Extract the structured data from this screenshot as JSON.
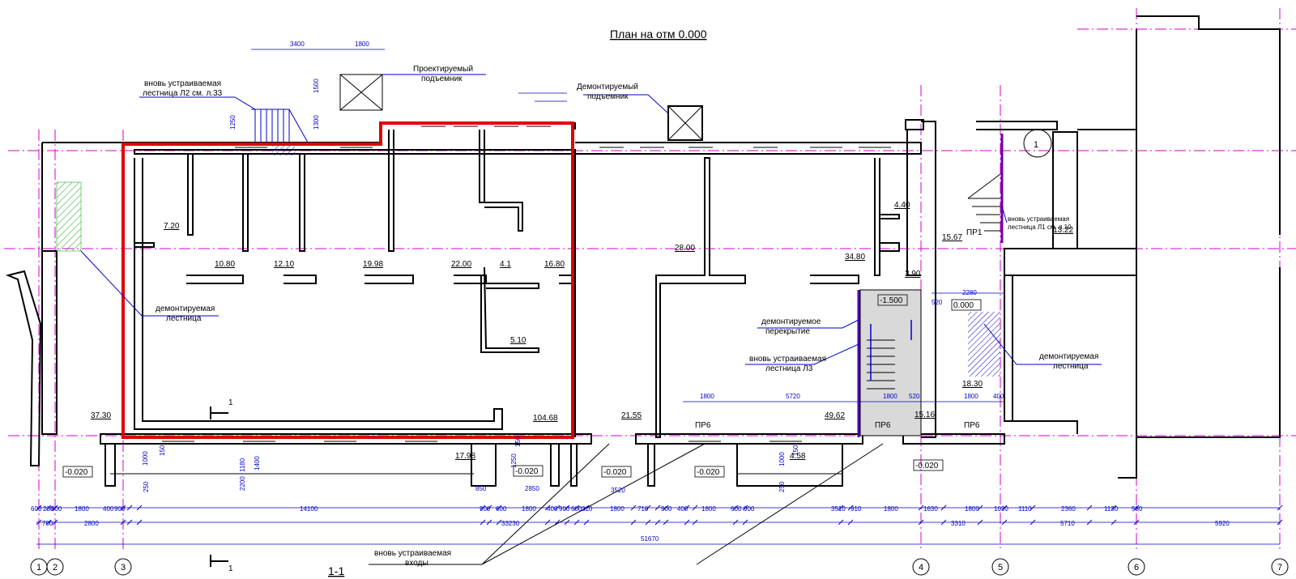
{
  "title": "План на отм 0.000",
  "section_label": "1-1",
  "section_mark": "1",
  "callout_number": "1",
  "annotations": {
    "new_stair_l2": [
      "вновь устраиваемая",
      "лестница Л2 см. л.33"
    ],
    "designed_lift": [
      "Проектируемый",
      "подъемник"
    ],
    "dismantled_lift": [
      "Демонтируемый",
      "подъемник"
    ],
    "dismantled_stair_left": [
      "демонтируемая",
      "лестница"
    ],
    "dismantled_floor": [
      "демонтируемое",
      "перекрытие"
    ],
    "new_stair_l3": [
      "вновь устраиваемая",
      "лестница Л3"
    ],
    "new_stair_l1": [
      "вновь устраиваемая",
      "лестница Л1 см. л.10"
    ],
    "dismantled_stair_right": [
      "демонтируемая",
      "лестница"
    ],
    "new_entrances": [
      "вновь устраиваемая",
      "входы"
    ]
  },
  "rooms": [
    "7.20",
    "10.80",
    "12.10",
    "19.98",
    "22.00",
    "4.1",
    "16.80",
    "5.10",
    "37.30",
    "104.68",
    "17.98",
    "28.00",
    "34.80",
    "21.55",
    "49.62",
    "4.58",
    "4.40",
    "15.67",
    "3.90",
    "13.22",
    "18.30",
    "15.16"
  ],
  "levels": [
    "-0.020",
    "-0.020",
    "-0.020",
    "-0.020",
    "-0.020",
    "-1.500",
    "0.000"
  ],
  "openings": [
    "ПР6",
    "ПР6",
    "ПР6",
    "ПР1"
  ],
  "axes": [
    "1",
    "2",
    "3",
    "4",
    "5",
    "6",
    "7"
  ],
  "dims": {
    "top": [
      "3400",
      "1800",
      "1500",
      "1250",
      "1300"
    ],
    "mid": [
      "1800",
      "5720",
      "1800",
      "520",
      "1800",
      "400",
      "520",
      "2280"
    ],
    "local": [
      "1000",
      "150",
      "1180",
      "1400",
      "1250",
      "150",
      "1000",
      "150",
      "250",
      "2200",
      "850",
      "2850",
      "3520",
      "250"
    ],
    "row1": [
      "600",
      "230",
      "600",
      "1800",
      "400",
      "900",
      "14100",
      "900",
      "600",
      "1800",
      "400",
      "900",
      "600",
      "210",
      "1800",
      "710",
      "900",
      "400",
      "1800",
      "600",
      "900",
      "3510",
      "910",
      "1800",
      "1630",
      "1800",
      "1030",
      "1110",
      "2360",
      "1130",
      "580"
    ],
    "row2": [
      "700",
      "2800",
      "33230",
      "3310",
      "5710",
      "5920"
    ],
    "total": "51670"
  },
  "colors": {
    "outline": "#e00000",
    "axis": "#d000d0",
    "dimension": "#0000cc",
    "hatch_green": "#00a000",
    "hatch_blue": "#0000cc",
    "slab": "#d9d9d9"
  }
}
